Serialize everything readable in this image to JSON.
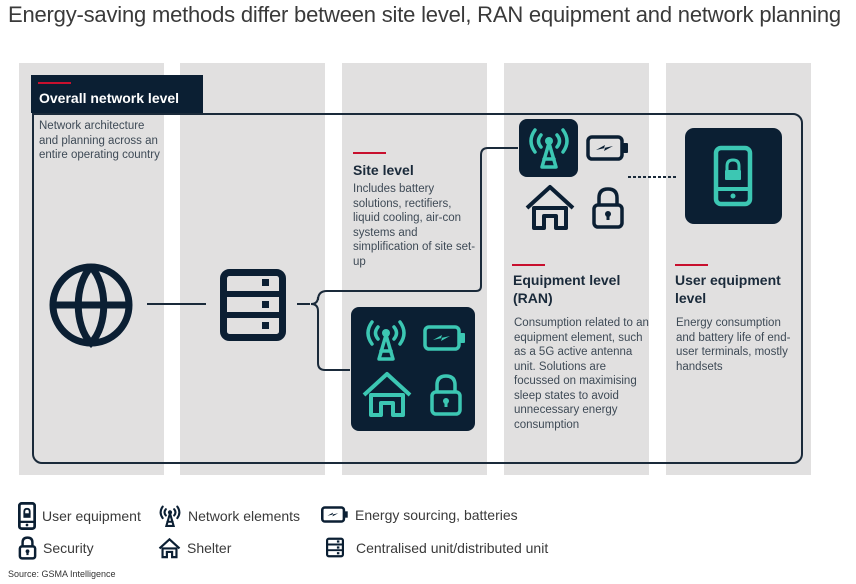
{
  "title": "Energy-saving methods differ between site level, RAN equipment and network planning",
  "colors": {
    "navy": "#0b1f33",
    "teal": "#3cc7b3",
    "accent_red": "#c8102e",
    "column_gray": "#e1e0e0"
  },
  "levels": {
    "overall": {
      "heading": "Overall network level",
      "description": "Network architecture and planning across an entire operating country",
      "icon": "globe-icon"
    },
    "cu_du": {
      "icon": "server-icon"
    },
    "site": {
      "heading": "Site level",
      "description": "Includes battery solutions, rectifiers, liquid cooling, air-con systems and simplification of site set-up",
      "icons": [
        "antenna-icon",
        "battery-icon",
        "house-icon",
        "lock-icon"
      ]
    },
    "equipment": {
      "heading": "Equipment level (RAN)",
      "description": "Consumption related to an equipment element, such as a 5G active antenna unit. Solutions are focussed on maximising sleep states to avoid unnecessary energy consumption",
      "icons": [
        "antenna-icon",
        "battery-icon",
        "house-icon",
        "lock-icon"
      ]
    },
    "user": {
      "heading": "User equipment level",
      "description": "Energy consumption and battery life of end-user terminals, mostly handsets",
      "icon": "phone-icon"
    }
  },
  "legend": [
    {
      "icon": "phone-icon",
      "label": "User equipment"
    },
    {
      "icon": "antenna-icon",
      "label": "Network elements"
    },
    {
      "icon": "battery-icon",
      "label": "Energy sourcing, batteries"
    },
    {
      "icon": "lock-icon",
      "label": "Security"
    },
    {
      "icon": "house-icon",
      "label": "Shelter"
    },
    {
      "icon": "server-icon",
      "label": "Centralised unit/distributed unit"
    }
  ],
  "source": "Source: GSMA Intelligence"
}
